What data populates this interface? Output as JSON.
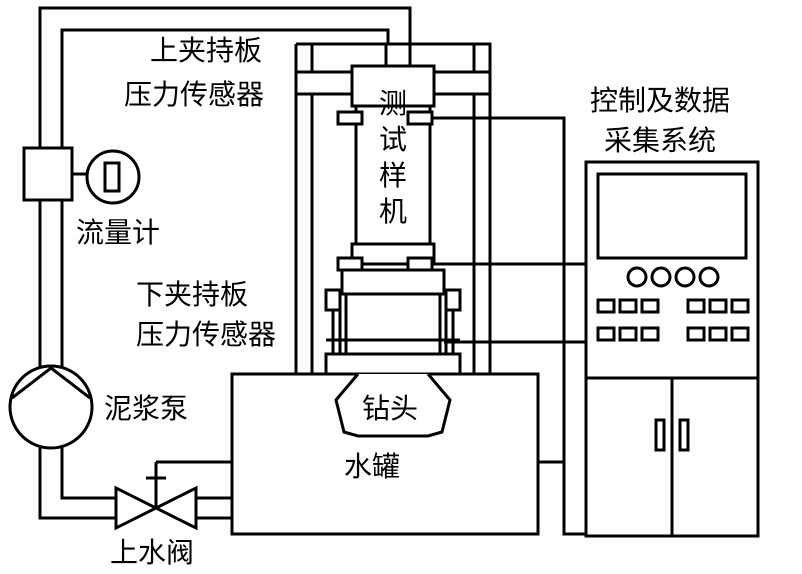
{
  "labels": {
    "upper_plate_line1": "上夹持板",
    "upper_plate_line2": "压力传感器",
    "lower_plate_line1": "下夹持板",
    "lower_plate_line2": "压力传感器",
    "flow_meter": "流量计",
    "mud_pump": "泥浆泵",
    "inlet_valve": "上水阀",
    "water_tank": "水罐",
    "drill_bit": "钻头",
    "test_machine_chars": [
      "测",
      "试",
      "样",
      "机"
    ],
    "control_line1": "控制及数据",
    "control_line2": "采集系统"
  },
  "colors": {
    "stroke": "#000000",
    "background": "#ffffff"
  }
}
